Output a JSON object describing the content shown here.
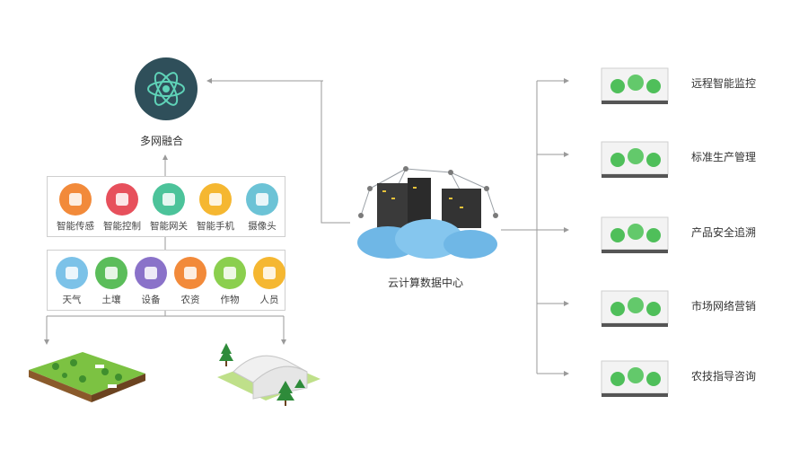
{
  "title_node": {
    "label": "多网融合"
  },
  "devices": [
    {
      "label": "智能传感",
      "icon": "gauge-icon",
      "color": "#f28a3a"
    },
    {
      "label": "智能控制",
      "icon": "control-panel-icon",
      "color": "#e7505c"
    },
    {
      "label": "智能网关",
      "icon": "gateway-icon",
      "color": "#4cc39a"
    },
    {
      "label": "智能手机",
      "icon": "phone-icon",
      "color": "#f5b731"
    },
    {
      "label": "摄像头",
      "icon": "camera-icon",
      "color": "#6cc3d6"
    }
  ],
  "sensors": [
    {
      "label": "天气",
      "icon": "weather-icon",
      "color": "#7cc2e8"
    },
    {
      "label": "土壤",
      "icon": "soil-icon",
      "color": "#5bbd5a"
    },
    {
      "label": "设备",
      "icon": "device-camera-icon",
      "color": "#8a72c9"
    },
    {
      "label": "农资",
      "icon": "fertilizer-icon",
      "color": "#f28a3a"
    },
    {
      "label": "作物",
      "icon": "tree-icon",
      "color": "#8bcf4e"
    },
    {
      "label": "人员",
      "icon": "person-icon",
      "color": "#f5b731"
    }
  ],
  "center": {
    "label": "云计算数据中心"
  },
  "outputs": [
    {
      "label": "远程智能监控",
      "icon": "monitor-icon"
    },
    {
      "label": "标准生产管理",
      "icon": "greenhouse-trees-icon"
    },
    {
      "label": "产品安全追溯",
      "icon": "apple-tree-trace-icon"
    },
    {
      "label": "市场网络营销",
      "icon": "marketing-icon"
    },
    {
      "label": "农技指导咨询",
      "icon": "consulting-icon"
    }
  ]
}
